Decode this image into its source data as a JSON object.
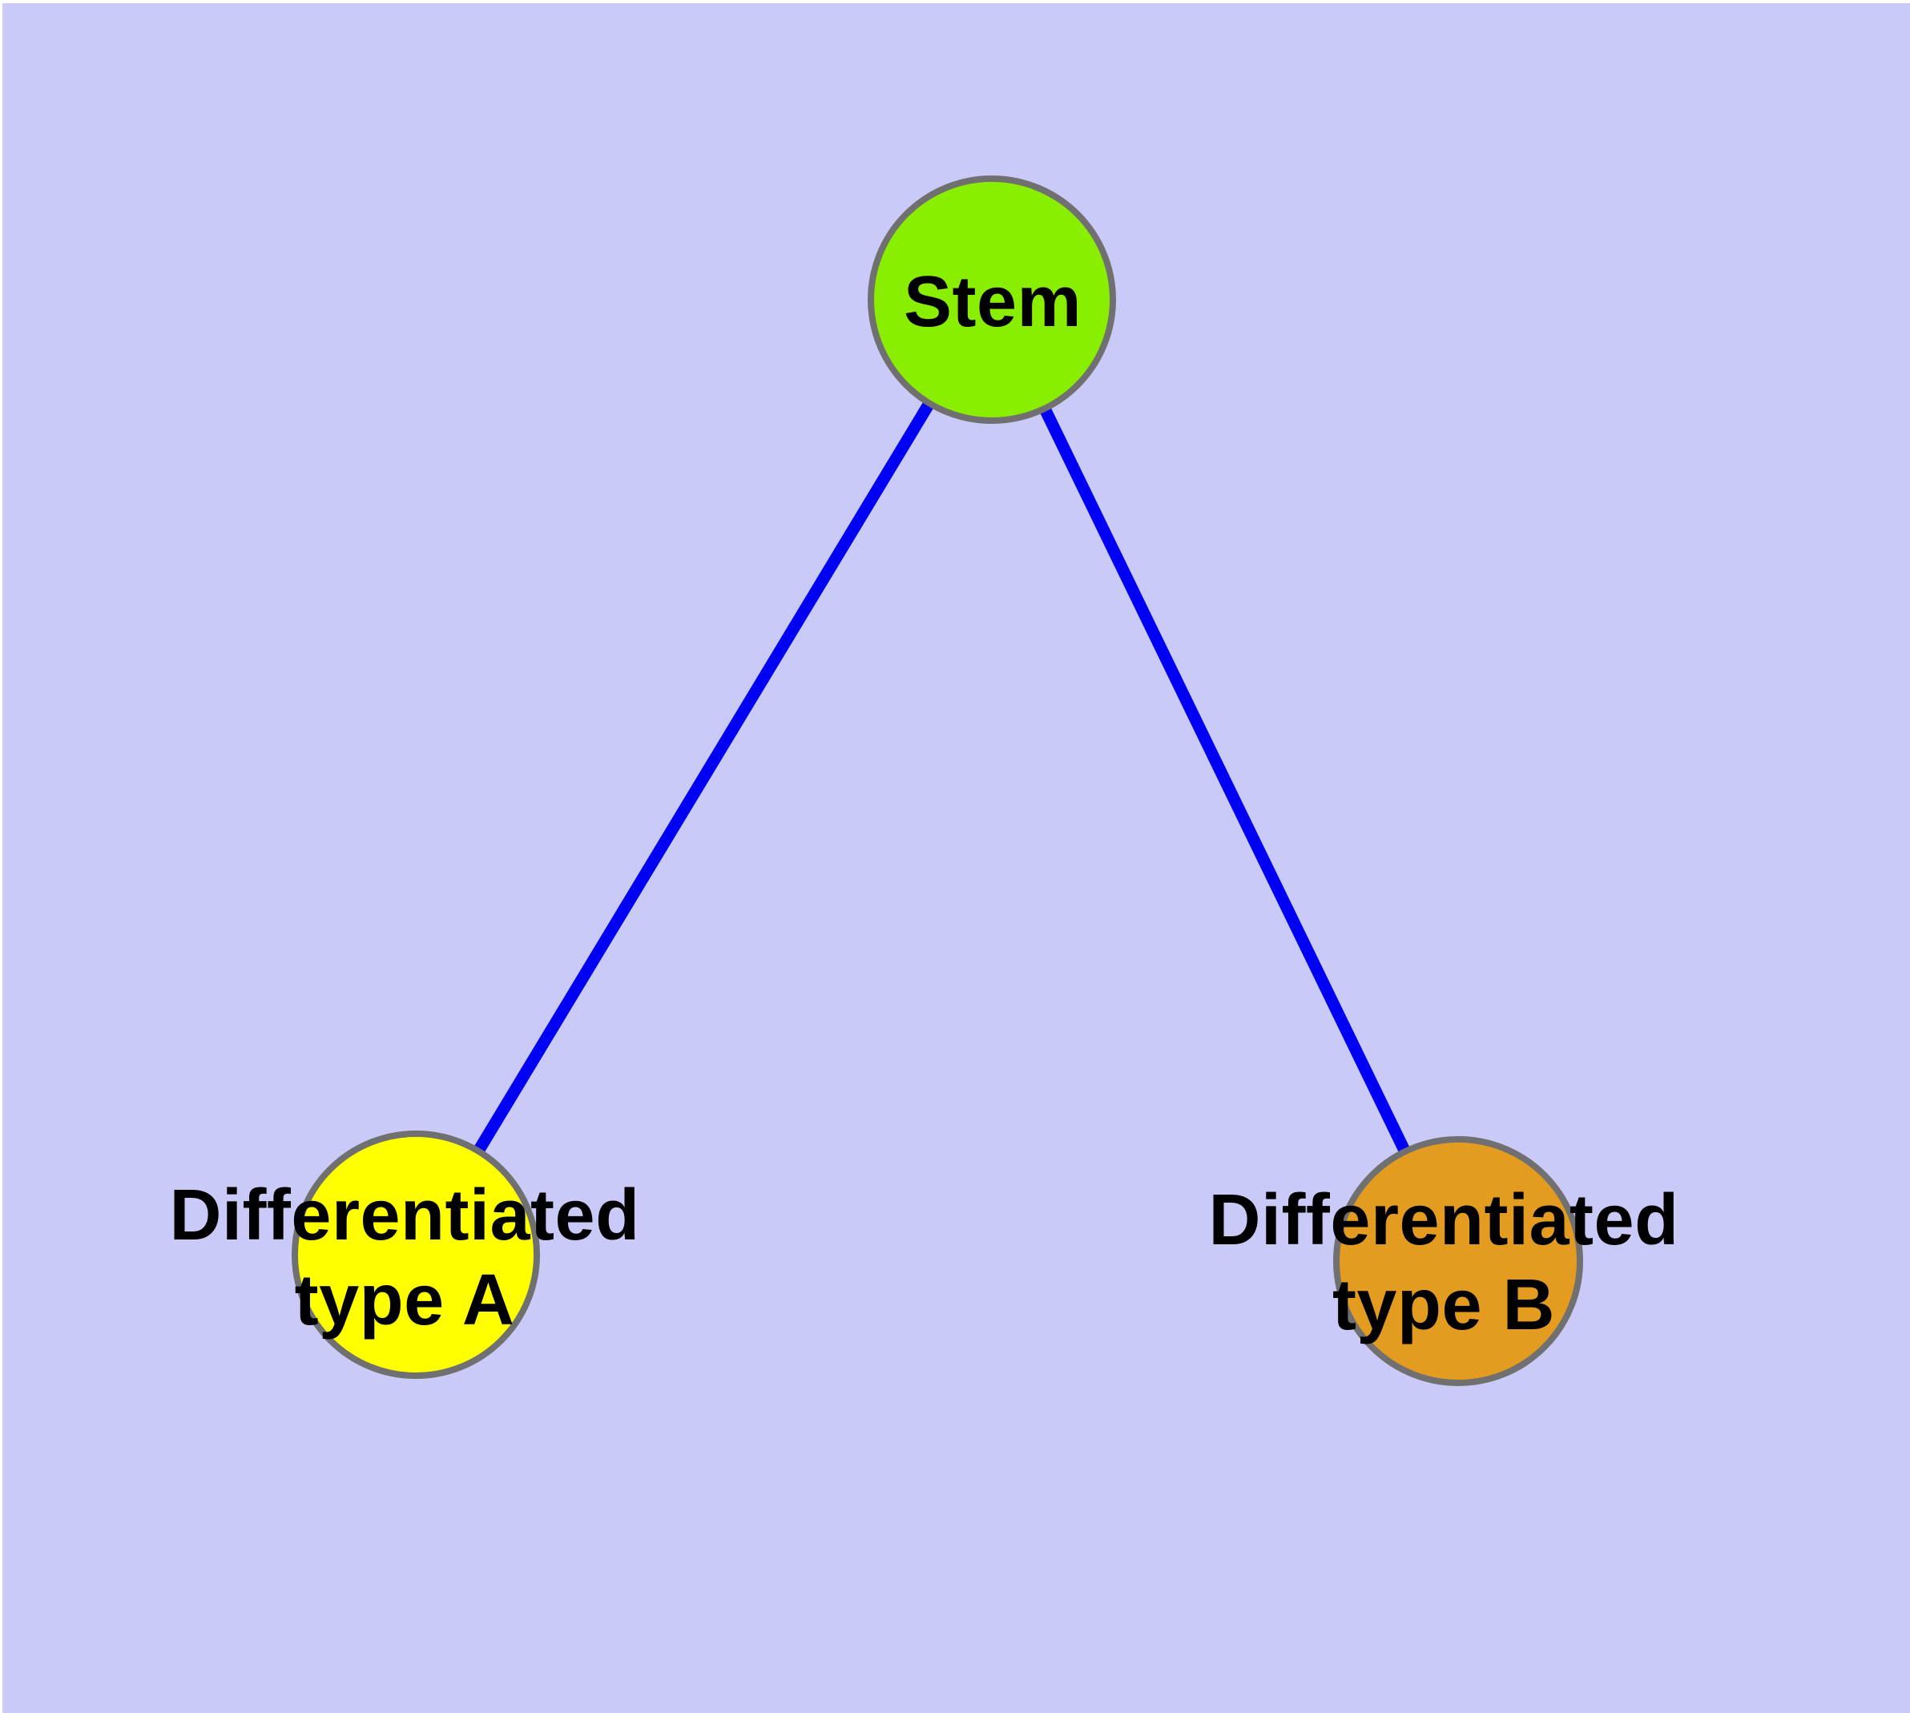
{
  "diagram": {
    "type": "node-link-graph",
    "background_color": "#CACAF9",
    "page_margin_color": "#FFFFFF",
    "edge_color": "#0000F5",
    "node_border_color": "#707070",
    "text_color": "#000000",
    "nodes": [
      {
        "id": "stem",
        "label": "Stem",
        "label_lines": {
          "line1": "Stem"
        },
        "fill_color": "#8AEE00"
      },
      {
        "id": "differentiated-type-a",
        "label": "Differentiated type A",
        "label_lines": {
          "line1": "Differentiated",
          "line2": "type A"
        },
        "fill_color": "#FFFF00"
      },
      {
        "id": "differentiated-type-b",
        "label": "Differentiated type B",
        "label_lines": {
          "line1": "Differentiated",
          "line2": "type B"
        },
        "fill_color": "#E39C20"
      }
    ],
    "edges": [
      {
        "from": "stem",
        "to": "differentiated-type-a"
      },
      {
        "from": "stem",
        "to": "differentiated-type-b"
      }
    ]
  }
}
